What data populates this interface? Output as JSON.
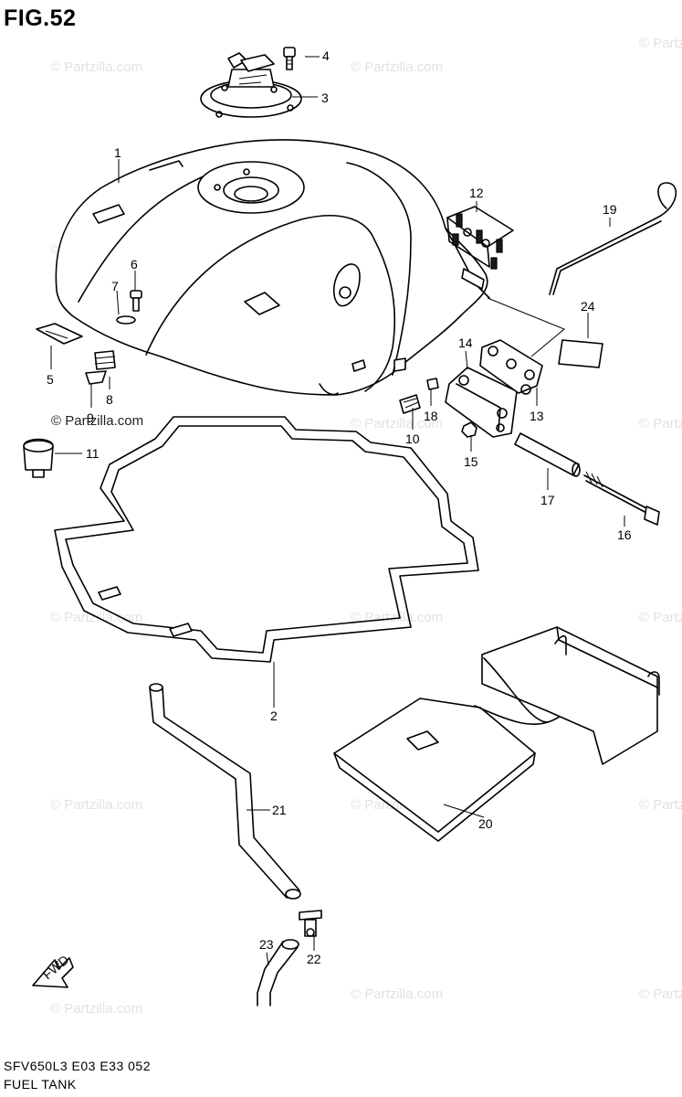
{
  "figure": {
    "title": "FIG.52",
    "model_code": "SFV650L3  E03  E33  052",
    "name": "FUEL TANK",
    "credit": "© Partzilla.com",
    "watermark": "© Partzilla.com"
  },
  "callouts": [
    {
      "id": "1",
      "label": "1"
    },
    {
      "id": "2",
      "label": "2"
    },
    {
      "id": "3",
      "label": "3"
    },
    {
      "id": "4",
      "label": "4"
    },
    {
      "id": "5",
      "label": "5"
    },
    {
      "id": "6",
      "label": "6"
    },
    {
      "id": "7",
      "label": "7"
    },
    {
      "id": "8",
      "label": "8"
    },
    {
      "id": "9",
      "label": "9"
    },
    {
      "id": "10",
      "label": "10"
    },
    {
      "id": "11",
      "label": "11"
    },
    {
      "id": "12",
      "label": "12"
    },
    {
      "id": "13",
      "label": "13"
    },
    {
      "id": "14",
      "label": "14"
    },
    {
      "id": "15",
      "label": "15"
    },
    {
      "id": "16",
      "label": "16"
    },
    {
      "id": "17",
      "label": "17"
    },
    {
      "id": "18",
      "label": "18"
    },
    {
      "id": "19",
      "label": "19"
    },
    {
      "id": "20",
      "label": "20"
    },
    {
      "id": "21",
      "label": "21"
    },
    {
      "id": "22",
      "label": "22"
    },
    {
      "id": "23",
      "label": "23"
    },
    {
      "id": "24",
      "label": "24"
    }
  ],
  "icons": {
    "forward_arrow": "fwd-arrow-icon",
    "forward_label": "FWD"
  }
}
